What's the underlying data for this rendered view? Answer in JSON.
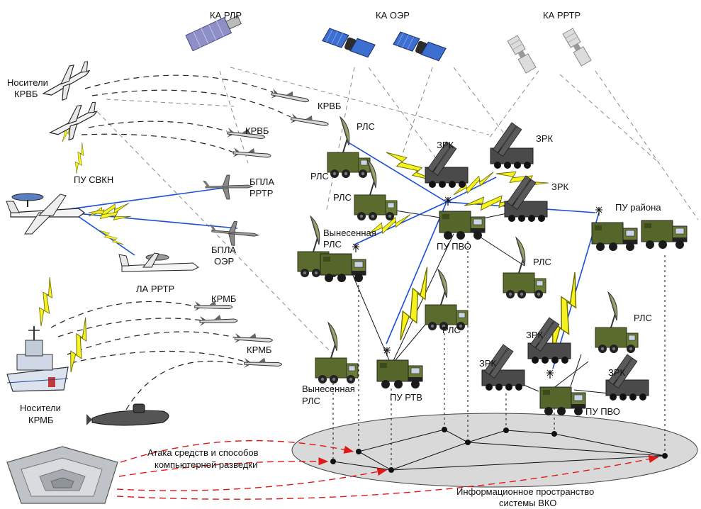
{
  "colors": {
    "bolt": "#f6f21e",
    "link_blue": "#1a4fd6",
    "attack_red": "#e01818",
    "vehicle_green": "#5b6b2e",
    "info_space": "#d9d9d9"
  },
  "labels": {
    "ka_rlr": "КА РЛР",
    "ka_oer": "КА ОЭР",
    "ka_rrtr": "КА РРТР",
    "nositeli_krvb_1": "Носители",
    "nositeli_krvb_2": "КРВБ",
    "pu_svkn": "ПУ СВКН",
    "krvb_1": "КРВБ",
    "krvb_2": "КРВБ",
    "bpla_rrtr_1": "БПЛА",
    "bpla_rrtr_2": "РРТР",
    "bpla_oer_1": "БПЛА",
    "bpla_oer_2": "ОЭР",
    "la_rrtr": "ЛА РРТР",
    "krmb_1": "КРМБ",
    "krmb_2": "КРМБ",
    "nositeli_krmb_1": "Носители",
    "nositeli_krmb_2": "КРМБ",
    "attack_1": "Атака средств и способов",
    "attack_2": "компьютерной разведки",
    "info_space_1": "Информационное пространство",
    "info_space_2": "системы ВКО",
    "rls_1": "РЛС",
    "rls_2": "РЛС",
    "rls_3": "РЛС",
    "rls_4": "РЛС",
    "rls_5": "РЛС",
    "rls_6": "РЛС",
    "remote_rls_1a": "Вынесенная",
    "remote_rls_1b": "РЛС",
    "remote_rls_2a": "Вынесенная",
    "remote_rls_2b": "РЛС",
    "zrk_1": "ЗРК",
    "zrk_2": "ЗРК",
    "zrk_3": "ЗРК",
    "zrk_4": "ЗРК",
    "zrk_5": "ЗРК",
    "zrk_6": "ЗРК",
    "pu_pvo_1": "ПУ ПВО",
    "pu_pvo_2": "ПУ ПВО",
    "pu_rtv": "ПУ РТВ",
    "pu_rayona": "ПУ района"
  },
  "icons": [
    "satellite-icon",
    "aircraft-icon",
    "awacs-icon",
    "missile-icon",
    "uav-icon",
    "ship-icon",
    "submarine-icon",
    "pentagon-icon",
    "radar-truck-icon",
    "sam-launcher-icon",
    "command-truck-icon",
    "antenna-icon",
    "lightning-icon"
  ]
}
